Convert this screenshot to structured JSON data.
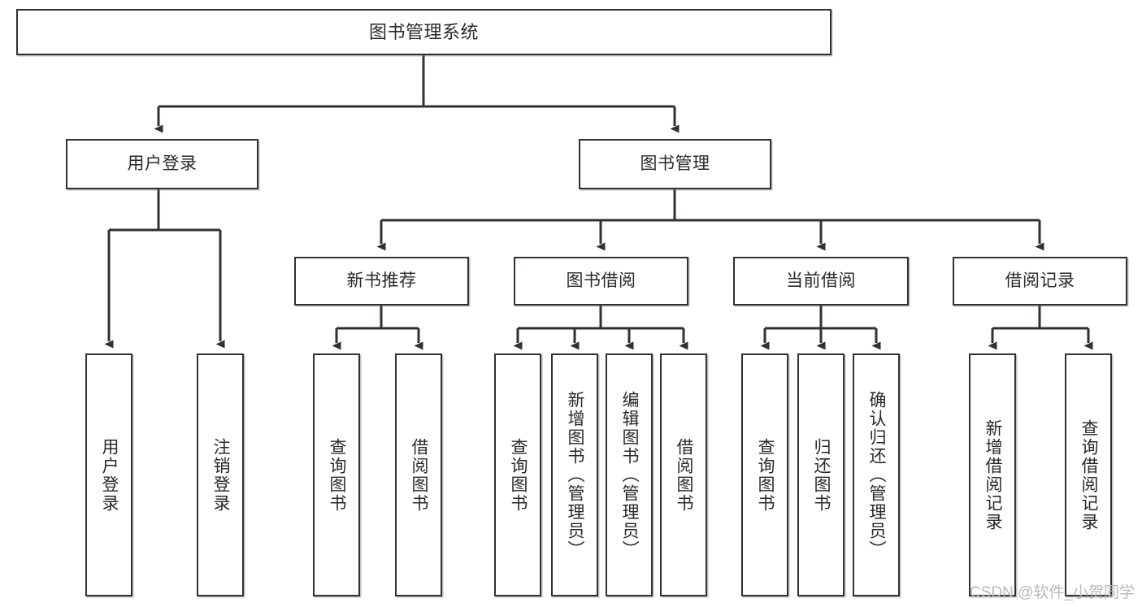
{
  "diagram": {
    "title_node": {
      "label": "图书管理系统"
    },
    "level2": [
      {
        "id": "user-login",
        "label": "用户登录"
      },
      {
        "id": "book-manage",
        "label": "图书管理"
      }
    ],
    "level3": [
      {
        "id": "new-book-recommend",
        "label": "新书推荐"
      },
      {
        "id": "book-borrow",
        "label": "图书借阅"
      },
      {
        "id": "current-borrow",
        "label": "当前借阅"
      },
      {
        "id": "borrow-record",
        "label": "借阅记录"
      }
    ],
    "leaves": {
      "user_login": [
        {
          "id": "leaf-user-login",
          "label": "用户登录"
        },
        {
          "id": "leaf-logout-login",
          "label": "注销登录"
        }
      ],
      "new_book_recommend": [
        {
          "id": "leaf-query-book-1",
          "label": "查询图书"
        },
        {
          "id": "leaf-borrow-book-1",
          "label": "借阅图书"
        }
      ],
      "book_borrow": [
        {
          "id": "leaf-query-book-2",
          "label": "查询图书"
        },
        {
          "id": "leaf-add-book",
          "label": "新增图书（管理员）"
        },
        {
          "id": "leaf-edit-book",
          "label": "编辑图书（管理员）"
        },
        {
          "id": "leaf-borrow-book-2",
          "label": "借阅图书"
        }
      ],
      "current_borrow": [
        {
          "id": "leaf-query-book-3",
          "label": "查询图书"
        },
        {
          "id": "leaf-return-book",
          "label": "归还图书"
        },
        {
          "id": "leaf-confirm-return",
          "label": "确认归还（管理员）"
        }
      ],
      "borrow_record": [
        {
          "id": "leaf-add-record",
          "label": "新增借阅记录"
        },
        {
          "id": "leaf-query-record",
          "label": "查询借阅记录"
        }
      ]
    }
  },
  "watermark": {
    "text": "CSDN @软件_小贺同学"
  },
  "colors": {
    "stroke": "#33302f",
    "text": "#2b2927",
    "background": "#ffffff",
    "watermark": "#b9b9b9"
  }
}
